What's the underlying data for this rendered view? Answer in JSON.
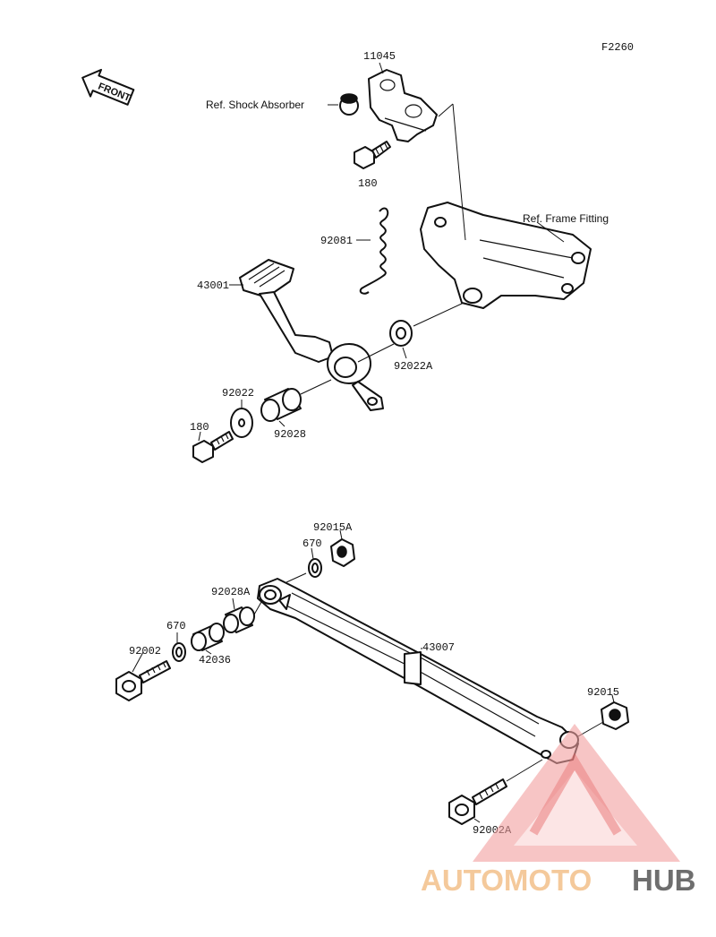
{
  "diagram": {
    "figure_code": "F2260",
    "front_arrow_label": "FRONT",
    "labels": {
      "part_11045": "11045",
      "ref_shock_absorber": "Ref. Shock Absorber",
      "bolt_180_top": "180",
      "ref_frame_fitting": "Ref. Frame Fitting",
      "spring_92081": "92081",
      "pedal_43001": "43001",
      "washer_92022A": "92022A",
      "washer_92022": "92022",
      "collar_92028": "92028",
      "bolt_180_lower": "180",
      "nut_92015A": "92015A",
      "washer_670_top": "670",
      "collar_92028A": "92028A",
      "washer_670_left": "670",
      "collar_42036": "42036",
      "bolt_92002": "92002",
      "rod_43007": "43007",
      "nut_92015": "92015",
      "bolt_92002A": "92002A"
    }
  },
  "watermark": {
    "text_part1": "AUTOMOTO",
    "text_part2": "HUB",
    "color_primary": "#f2a0a0",
    "color_secondary": "#f3c08a",
    "color_tertiary": "#555555"
  }
}
